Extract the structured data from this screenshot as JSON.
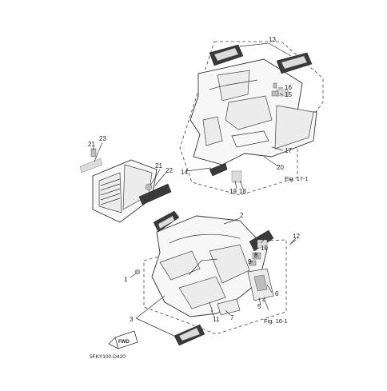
{
  "callouts": {
    "c1": "1",
    "c2": "2",
    "c3": "3",
    "c4": "4",
    "c5": "5",
    "c6": "6",
    "c7": "7",
    "c8": "8",
    "c9": "9",
    "c10": "10",
    "c11": "11",
    "c12": "12",
    "c13": "13",
    "c14": "14",
    "c15": "15",
    "c16": "16",
    "c17": "17",
    "c18": "18",
    "c19": "19",
    "c20": "20",
    "c21a": "21",
    "c21b": "21",
    "c22": "22",
    "c23": "23"
  },
  "figure_refs": {
    "fig17": "Fig. 17-1",
    "fig16": "Fig. 16-1"
  },
  "diagram_code": "5FKY100-D420",
  "direction_badge": "FWD"
}
